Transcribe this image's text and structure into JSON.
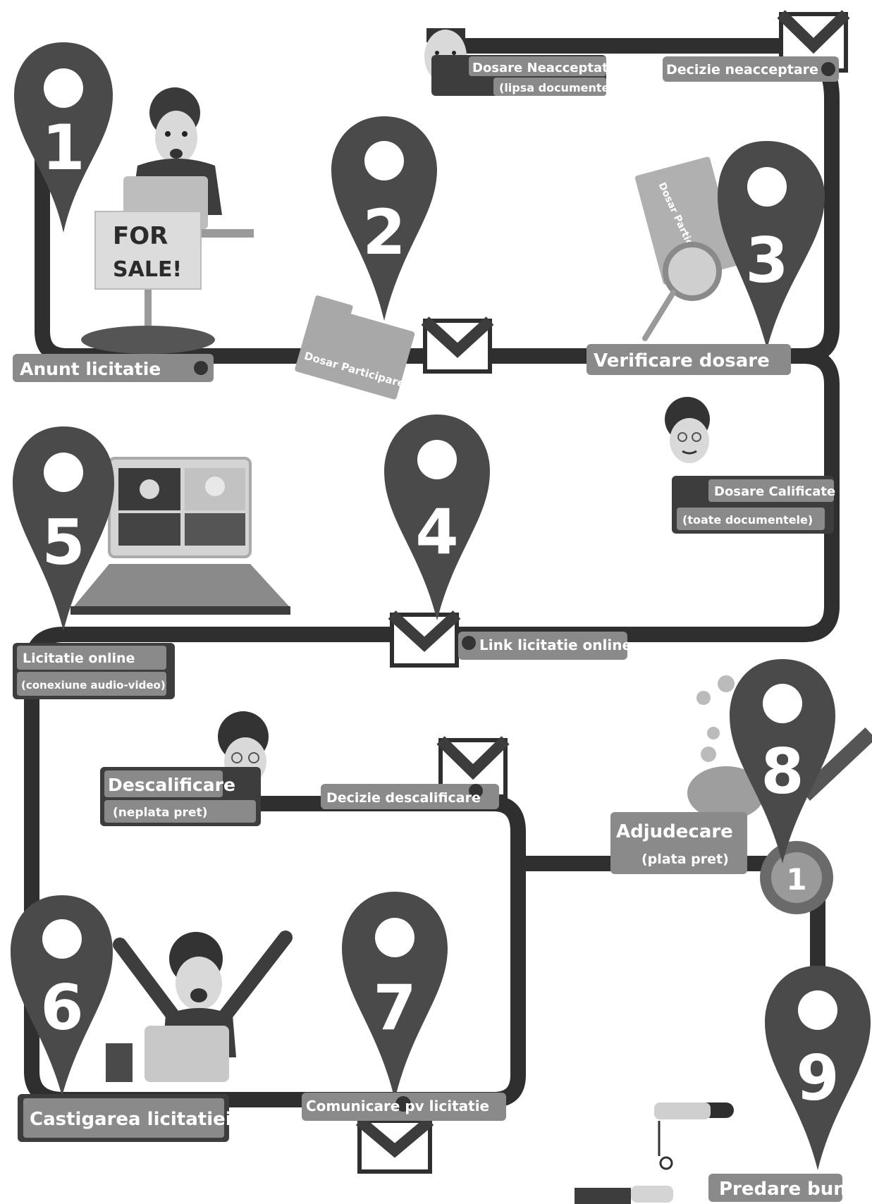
{
  "steps": {
    "s1": "1",
    "s2": "2",
    "s3": "3",
    "s4": "4",
    "s5": "5",
    "s6": "6",
    "s7": "7",
    "s8": "8",
    "s9": "9"
  },
  "labels": {
    "anunt": "Anunt licitatie",
    "dosar_participare_folder": "Dosar Participare",
    "dosar_participare_folder_rotated": "Dosar Participare",
    "verificare": "Verificare dosare",
    "neacceptate": "Dosare Neacceptate",
    "neacceptate_sub": "(lipsa documente)",
    "decizie_neacceptare": "Decizie neacceptare",
    "calificate": "Dosare Calificate",
    "calificate_sub": "(toate documentele)",
    "link": "Link licitatie online",
    "licitatie_online": "Licitatie online",
    "licitatie_online_sub": "(conexiune audio-video)",
    "descalificare": "Descalificare",
    "descalificare_sub": "(neplata pret)",
    "decizie_descalificare": "Decizie descalificare",
    "adjudecare": "Adjudecare",
    "adjudecare_sub": "(plata pret)",
    "castigarea": "Castigarea licitatiei",
    "comunicare": "Comunicare pv licitatie",
    "predare": "Predare bun"
  },
  "sign": {
    "line1": "FOR",
    "line2": "SALE!"
  },
  "medal": "1",
  "colors": {
    "road": "#2f2f2f",
    "pin": "#4a4a4a",
    "label_bg": "#8a8a8a",
    "label_dark": "#3d3d3d",
    "skin": "#d6d6d6"
  }
}
